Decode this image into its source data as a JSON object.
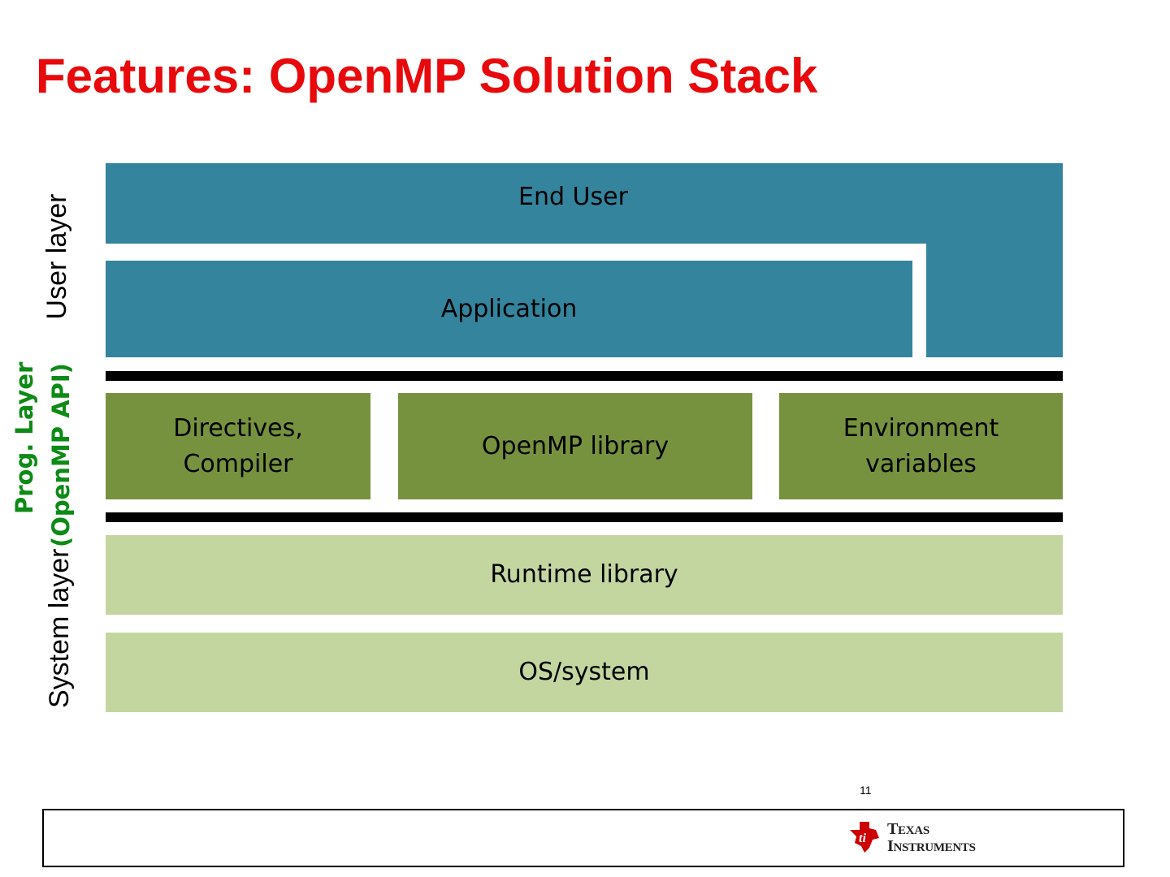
{
  "title": "Features: OpenMP Solution Stack",
  "colors": {
    "title": "#e8090c",
    "teal": "#33849c",
    "olive": "#77923e",
    "light_green": "#c4d69f",
    "prog_label": "#0e8a16",
    "ti_red": "#cc0000"
  },
  "side_labels": {
    "user_layer": "User layer",
    "prog_layer": "Prog. Layer",
    "openmp_api": "(OpenMP API)",
    "system_layer": "System layer"
  },
  "stack": {
    "end_user": "End User",
    "application": "Application",
    "directives_line1": "Directives,",
    "directives_line2": "Compiler",
    "openmp_library": "OpenMP library",
    "env_line1": "Environment",
    "env_line2": "variables",
    "runtime_library": "Runtime library",
    "os_system": "OS/system"
  },
  "footer": {
    "page_number": "11",
    "logo_line1": "Texas",
    "logo_line2": "Instruments",
    "logo_icon": "texas-instruments-logo-icon"
  }
}
